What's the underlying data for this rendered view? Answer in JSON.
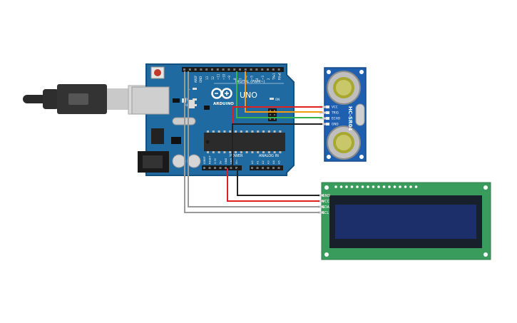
{
  "colors": {
    "board": "#1f6aa0",
    "board_dark": "#16507c",
    "sensor_board": "#1f5fb0",
    "lcd_board": "#3a9c5c",
    "lcd_screen": "#1d2f6a",
    "lcd_bezel": "#17202b",
    "wire_red": "#e02020",
    "wire_black": "#222222",
    "wire_green": "#3ab54a",
    "wire_orange": "#f39c12",
    "wire_gray": "#9a9a9a"
  },
  "arduino": {
    "logo_text": "ARDUINO",
    "model_text": "UNO",
    "digital_header_label": "DIGITAL (PWM~)",
    "power_label": "POWER",
    "analog_label": "ANALOG IN",
    "aref_label": "AREF",
    "gnd_label": "GND",
    "on_label": "ON",
    "tx_label": "TX",
    "rx_label": "RX",
    "l_label": "L",
    "digital_pins": [
      "13",
      "12",
      "~11",
      "~10",
      "~9",
      "8",
      "7",
      "~6",
      "~5",
      "4",
      "~3",
      "2",
      "TX▸1",
      "RX◂0"
    ],
    "power_pins": [
      "IOREF",
      "RESET",
      "3.3V",
      "5V",
      "GND",
      "GND",
      "Vin"
    ],
    "analog_pins": [
      "A0",
      "A1",
      "A2",
      "A3",
      "A4",
      "A5"
    ]
  },
  "ultrasonic": {
    "model": "HC-SR04",
    "pins": [
      "VCC",
      "TRIG",
      "ECHO",
      "GND"
    ]
  },
  "lcd": {
    "pins": [
      "GND",
      "VCC",
      "SDA",
      "SCL"
    ]
  }
}
